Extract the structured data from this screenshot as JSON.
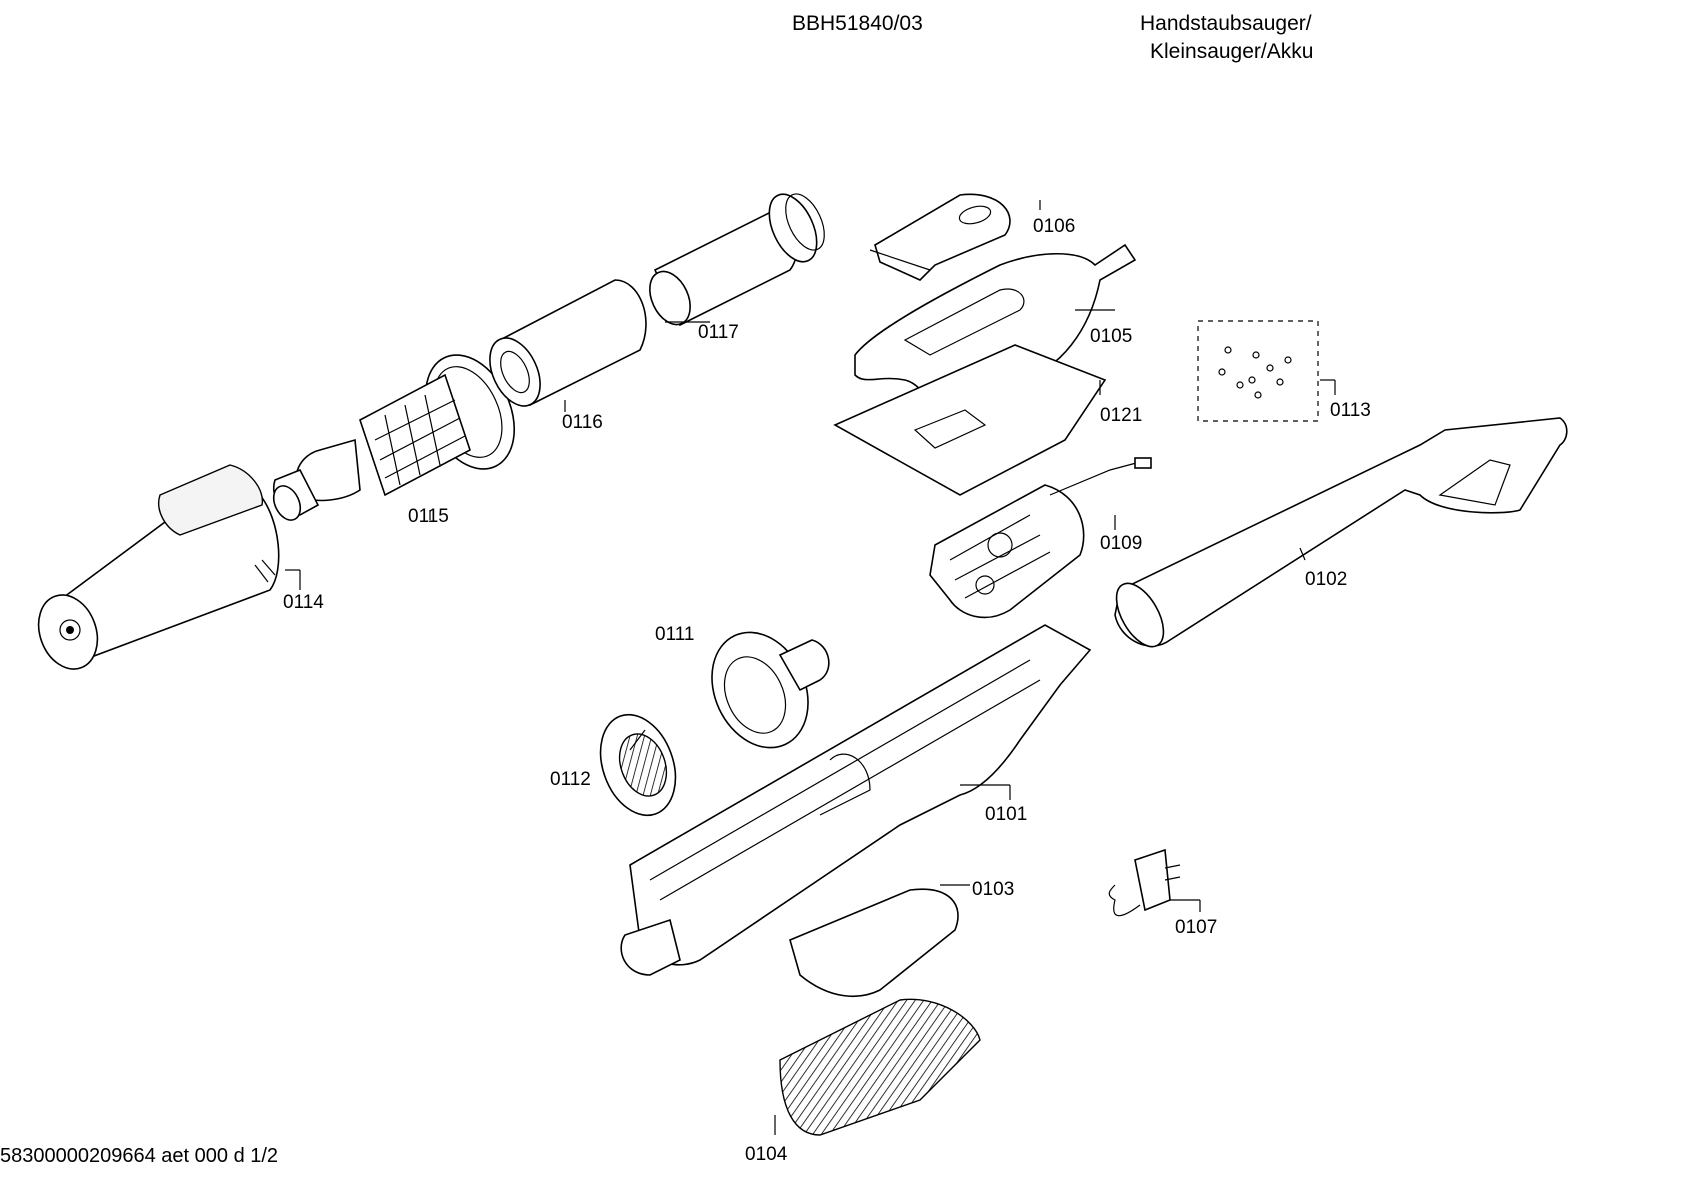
{
  "header": {
    "model": "BBH51840/03",
    "title_line1": "Handstaubsauger/",
    "title_line2": "Kleinsauger/Akku"
  },
  "footer": {
    "code": "58300000209664 aet 000 d 1/2"
  },
  "parts": {
    "p0101": "0101",
    "p0102": "0102",
    "p0103": "0103",
    "p0104": "0104",
    "p0105": "0105",
    "p0106": "0106",
    "p0107": "0107",
    "p0109": "0109",
    "p0111": "0111",
    "p0112": "0112",
    "p0113": "0113",
    "p0114": "0114",
    "p0115": "0115",
    "p0116": "0116",
    "p0117": "0117",
    "p0121": "0121"
  }
}
